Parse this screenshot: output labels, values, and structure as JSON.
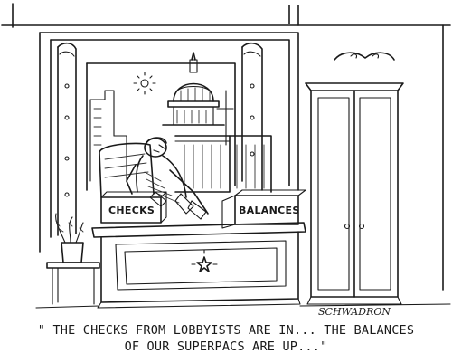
{
  "cartoon": {
    "box_left_label": "CHECKS",
    "box_right_label": "BALANCES",
    "signature": "SCHWADRON",
    "caption_line1": "\" THE CHECKS FROM LOBBYISTS ARE IN... THE BALANCES",
    "caption_line2": "OF OUR SUPERPACS ARE UP...\""
  },
  "colors": {
    "ink": "#1a1a1a",
    "paper": "#ffffff"
  }
}
